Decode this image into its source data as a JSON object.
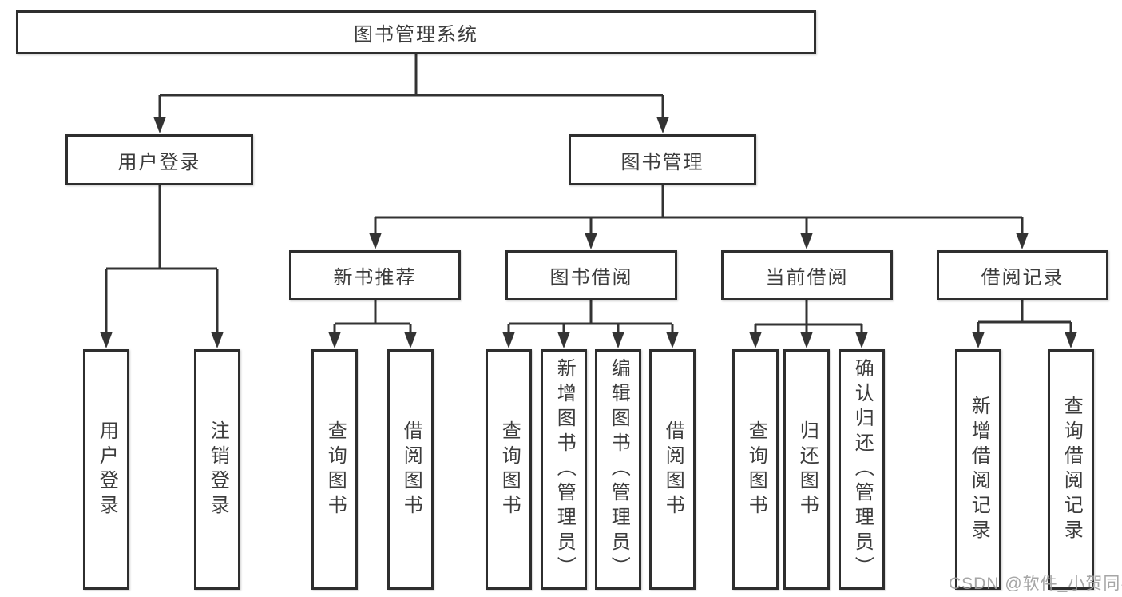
{
  "tree": {
    "label": "图书管理系统",
    "children": [
      {
        "label": "用户登录",
        "children": [
          {
            "label": "用户登录"
          },
          {
            "label": "注销登录"
          }
        ]
      },
      {
        "label": "图书管理",
        "children": [
          {
            "label": "新书推荐",
            "children": [
              {
                "label": "查询图书"
              },
              {
                "label": "借阅图书"
              }
            ]
          },
          {
            "label": "图书借阅",
            "children": [
              {
                "label": "查询图书"
              },
              {
                "label": "新增图书（管理员）"
              },
              {
                "label": "编辑图书（管理员）"
              },
              {
                "label": "借阅图书"
              }
            ]
          },
          {
            "label": "当前借阅",
            "children": [
              {
                "label": "查询图书"
              },
              {
                "label": "归还图书"
              },
              {
                "label": "确认归还（管理员）"
              }
            ]
          },
          {
            "label": "借阅记录",
            "children": [
              {
                "label": "新增借阅记录"
              },
              {
                "label": "查询借阅记录"
              }
            ]
          }
        ]
      }
    ]
  },
  "watermark": "CSDN @软件_小贺同学",
  "colors": {
    "line": "#333333",
    "box_border": "#2e2e2e",
    "text": "#3c3c3c",
    "box_fill": "#ffffff",
    "watermark": "#9e9e9e",
    "background": "#ffffff"
  }
}
